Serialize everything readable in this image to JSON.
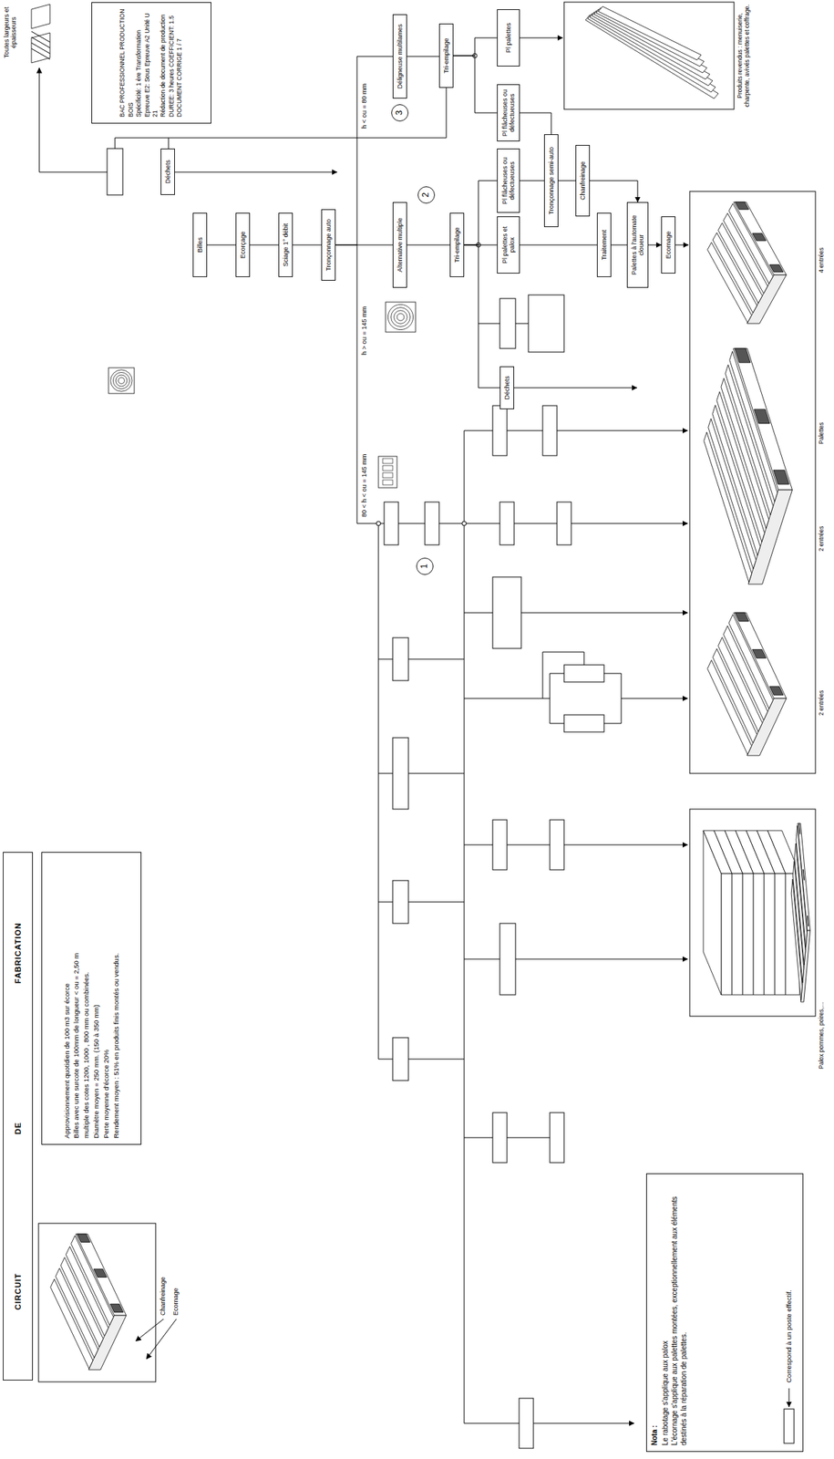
{
  "diagram": {
    "nodes": [
      {
        "text": [
          "CIRCUIT DE FABRICATION"
        ]
      },
      {
        "text": [
          "Approvisionnement quotidien de 100 m3 sur écorce",
          "Billes avec une surcote de 100mm de longueur < ou = 2,50 m",
          "multiple des cotes 1200, 1000 , 800 mm ou combinées.",
          "Diamètre moyen = 250 mm. (150 à 350 mm)",
          "Perte moyenne d'écorce 20%",
          "Rendement moyen : 51% en produits finis montés ou vendus."
        ]
      },
      {
        "text": [
          "BAC PROFESSIONNEL PRODUCTION BOIS",
          "Spécificité: 1 ère Transformation",
          "Epreuve E2: Sous Epreuve A2 Unité U 21",
          "Rédaction de document de production",
          "DUREE: 3 heures     COEFFICIENT: 1.5",
          "DOCUMENT CORRIGE 1 / 7"
        ]
      },
      {
        "text": [
          "Billes"
        ]
      },
      {
        "text": [
          "Ecorçage"
        ]
      },
      {
        "text": [
          "Sciage 1° débit"
        ]
      },
      {
        "text": [
          "Tronçonnage auto"
        ]
      },
      {
        "text": [
          "Alternative multiple"
        ]
      },
      {
        "text": [
          "Tri-empilage"
        ]
      },
      {
        "text": [
          "Pl palettes et palox"
        ]
      },
      {
        "text": [
          "Pl flâcheuses ou défectueuses"
        ]
      },
      {
        "text": [
          "Déchets"
        ]
      },
      {
        "text": [
          "Tronçonnage semi-auto"
        ]
      },
      {
        "text": [
          "Chanfreinage"
        ]
      },
      {
        "text": [
          "Traitement"
        ]
      },
      {
        "text": [
          "Palettes à l'automate cloueur"
        ]
      },
      {
        "text": [
          "Ecornage"
        ]
      },
      {
        "text": [
          "Déligneuse multilames"
        ]
      },
      {
        "text": [
          "Tri-empilage"
        ]
      },
      {
        "text": [
          "Pl palettes"
        ]
      },
      {
        "text": [
          "Pl flâcheuses ou défectueuses"
        ]
      },
      {
        "text": [
          "Déchets"
        ]
      },
      {
        "text": [
          "Nota :",
          "Le rabotage s'applique aux palox",
          "L'écornage s'applique aux palettes montées, exceptionnellement aux éléments destinés à la réparation de palettes."
        ]
      },
      {
        "text": [
          "1"
        ]
      },
      {
        "text": [
          "2"
        ]
      },
      {
        "text": [
          "3"
        ]
      }
    ],
    "edges": [
      {
        "from": 3,
        "to": 4,
        "arrow": "none"
      },
      {
        "from": 4,
        "to": 5,
        "arrow": "none"
      },
      {
        "from": 5,
        "to": 6,
        "arrow": "none"
      },
      {
        "from": 6,
        "to": 7,
        "arrow": "none"
      },
      {
        "from": 6,
        "to": 17,
        "arrow": "none"
      },
      {
        "from": 7,
        "to": 8,
        "arrow": "none"
      },
      {
        "from": 8,
        "to": 9,
        "arrow": "none"
      },
      {
        "from": 8,
        "to": 10,
        "arrow": "none"
      },
      {
        "from": 8,
        "to": 11,
        "arrow": "none"
      },
      {
        "from": 17,
        "to": 18,
        "arrow": "none"
      },
      {
        "from": 18,
        "to": 19,
        "arrow": "none"
      },
      {
        "from": 18,
        "to": 20,
        "arrow": "none"
      },
      {
        "from": 10,
        "to": 12,
        "arrow": "none"
      },
      {
        "from": 20,
        "to": 12,
        "arrow": "none"
      },
      {
        "from": 12,
        "to": 13,
        "arrow": "none"
      },
      {
        "from": 9,
        "to": 14,
        "arrow": "none"
      },
      {
        "from": 14,
        "to": 15,
        "arrow": "none"
      },
      {
        "from": 15,
        "to": 16,
        "arrow": "to"
      },
      {
        "from": 13,
        "to": 15,
        "arrow": "to"
      }
    ],
    "labels": [
      "h > ou = 145 mm",
      "h < ou = 80 mm",
      "80 < h < ou = 145 mm",
      "Toutes largeurs et épaisseurs",
      "Chanfreinage",
      "Ecornage",
      "2 entrées",
      "2 entrées",
      "Palettes",
      "4 entrées",
      "Palox pommes, poires,...",
      "Produits revendus : menuiserie, charpente, avivés palettes et coffrage."
    ],
    "legend": [
      {
        "text": "Correspond à un poste effectif."
      }
    ]
  }
}
